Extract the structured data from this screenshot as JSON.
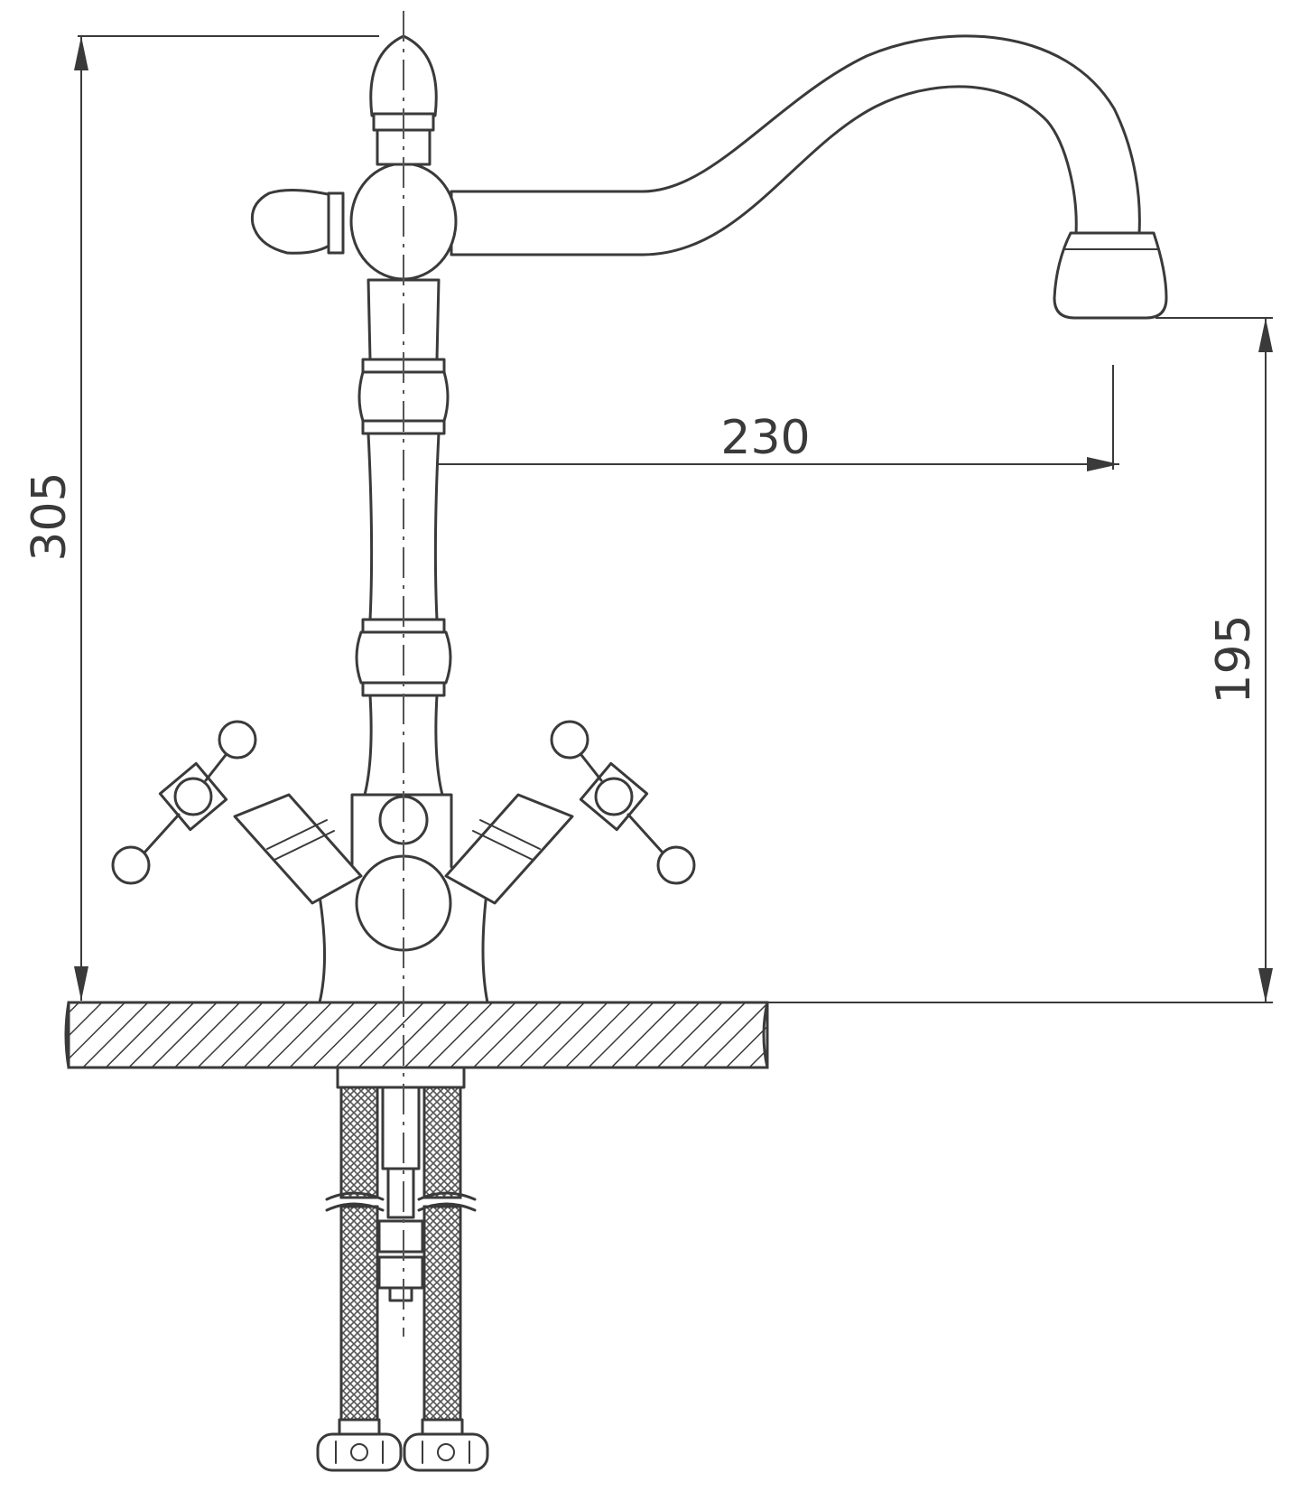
{
  "dimensions": {
    "total_height": "305",
    "spout_reach": "230",
    "spout_height": "195"
  }
}
